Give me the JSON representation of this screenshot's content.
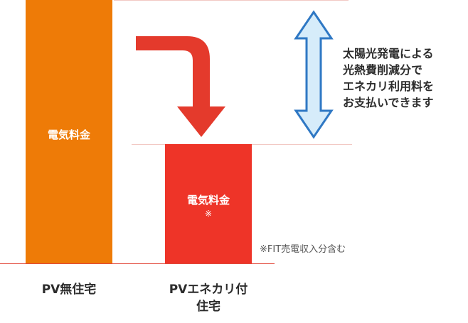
{
  "bars": {
    "pv_none": {
      "label": "電気料金"
    },
    "pv_enekari": {
      "label": "電気料金",
      "note": "※"
    }
  },
  "categories": {
    "pv_none": "PV無住宅",
    "pv_enekari_line1": "PVエネカリ付",
    "pv_enekari_line2": "住宅"
  },
  "description": {
    "lines": [
      "太陽光発電による",
      "光熱費削減分で",
      "エネカリ利用料を",
      "お支払いできます"
    ]
  },
  "footnote": "※FIT売電収入分含む",
  "colors": {
    "orange_bar": "#ee7b07",
    "red_bar": "#ee3428",
    "arrow_red": "#e43a2c",
    "double_arrow_fill": "#d6ecfa",
    "double_arrow_stroke": "#2f78c4"
  },
  "icons": {
    "curved_arrow": "curved-down-arrow-icon",
    "double_arrow": "vertical-double-arrow-icon"
  }
}
